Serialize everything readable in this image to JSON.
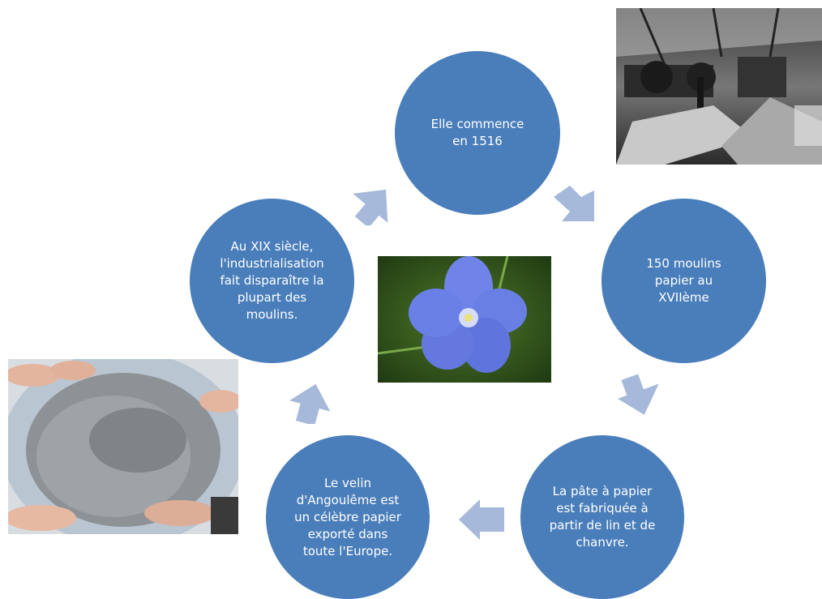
{
  "nodes": [
    {
      "id": "start",
      "label": "Elle commence\nen 1516"
    },
    {
      "id": "mills",
      "label": "150 moulins\npapier au\nXVIIème"
    },
    {
      "id": "pulp",
      "label": "La pâte à papier\nest  fabriquée à\npartir de lin et de\nchanvre."
    },
    {
      "id": "velin",
      "label": "Le velin\nd'Angoulême  est\nun célèbre papier\nexporté dans\ntoute  l'Europe."
    },
    {
      "id": "industrial",
      "label": "Au XIX siècle,\nl'industrialisation\nfait disparaître la\nplupart des\nmoulins."
    }
  ],
  "images": [
    {
      "id": "factory",
      "subject": "black-and-white photograph of workers in a paper mill workshop"
    },
    {
      "id": "flax-flower",
      "subject": "blue flax flower"
    },
    {
      "id": "paper-pulp",
      "subject": "hands kneading grey paper pulp in a basin"
    }
  ],
  "colors": {
    "node": "#4a7ebb",
    "arrow": "#a7b9db",
    "node_text": "#ffffff"
  }
}
